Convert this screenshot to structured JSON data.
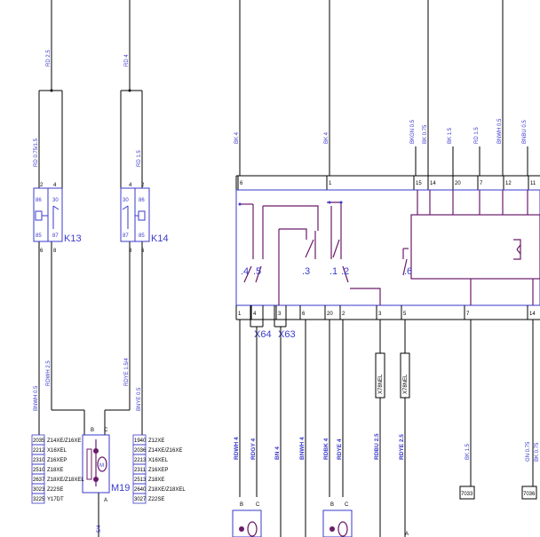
{
  "relays": {
    "k13": {
      "name": "K13",
      "p2": "2",
      "p4": "4",
      "p30": "30",
      "p86": "86",
      "p85": "85",
      "p87": "87",
      "p6": "6",
      "p8": "8"
    },
    "k14": {
      "name": "K14",
      "p4": "4",
      "p2": "2",
      "p30": "30",
      "p86": "86",
      "p87": "87",
      "p85": "85",
      "p8": "8",
      "p6": "6"
    }
  },
  "wires_vertical": {
    "w1": "RD 2.5",
    "w2": "RD 4",
    "w3": "RD 0.75/1.5",
    "w4": "RD 1.5",
    "w5": "BNWH 0.5",
    "w6": "RDWH 2.5",
    "w7": "RDYE 1.5/4",
    "w8": "BNYE 0.5",
    "w9": "BK 4",
    "w10": "BK 4",
    "w11": "BKGN 0.5",
    "w12": "BK 0.75",
    "w13": "BK 1.5",
    "w14": "RD 1.5",
    "w15": "BNWH 0.5",
    "w16": "BNBU 0.5",
    "w17": "RDWH 4",
    "w18": "RDGY 4",
    "w19": "BN 4",
    "w20": "BNWH 4",
    "w21": "RDBK 4",
    "w22": "RDYE 4",
    "w23": "RDBU 2.5",
    "w24": "RDYE 2.5",
    "w25": "BK 1.5",
    "w26": "GN 0.75",
    "w27": "BK 0.75"
  },
  "module_top_pins": [
    "6",
    "1",
    "15",
    "14",
    "20",
    "7",
    "12",
    "11"
  ],
  "module_bottom_pins": [
    "1",
    "4",
    "3",
    "6",
    "20",
    "2",
    "3",
    "5",
    "7",
    "14"
  ],
  "switch_labels": [
    ".4",
    ".5",
    ".3",
    ".1",
    ".2",
    ".6"
  ],
  "connectors": {
    "x64": "X64",
    "x63": "X63"
  },
  "diodes": [
    "X78NEL",
    "X78NEL"
  ],
  "motor": {
    "name": "M19",
    "pin_b": "B",
    "pin_c": "C",
    "pin_a": "A",
    "sym": "M"
  },
  "motor2": {
    "pin_b": "B",
    "pin_c": "C",
    "pin_a": "A",
    "pin_b2": "B",
    "pin_c2": "C"
  },
  "table_left": [
    {
      "n": "2035",
      "t": "Z14XE/Z16XE"
    },
    {
      "n": "2212",
      "t": "X16XEL"
    },
    {
      "n": "2310",
      "t": "Z16XEP"
    },
    {
      "n": "2510",
      "t": "Z18XE"
    },
    {
      "n": "2637",
      "t": "Z18XE/Z18XEL"
    },
    {
      "n": "3023",
      "t": "Z22SE"
    },
    {
      "n": "3225",
      "t": "Y17DT"
    }
  ],
  "table_right": [
    {
      "n": "1940",
      "t": "Z12XE"
    },
    {
      "n": "2036",
      "t": "Z14XE/Z16XE"
    },
    {
      "n": "2213",
      "t": "X16XEL"
    },
    {
      "n": "2311",
      "t": "Z16XEP"
    },
    {
      "n": "2513",
      "t": "Z18XE"
    },
    {
      "n": "2640",
      "t": "Z18XE/Z18XEL"
    },
    {
      "n": "3027",
      "t": "Z22SE"
    }
  ],
  "small_labels": {
    "l54": "5/4",
    "t7033": "7033",
    "t7036": "7036"
  }
}
